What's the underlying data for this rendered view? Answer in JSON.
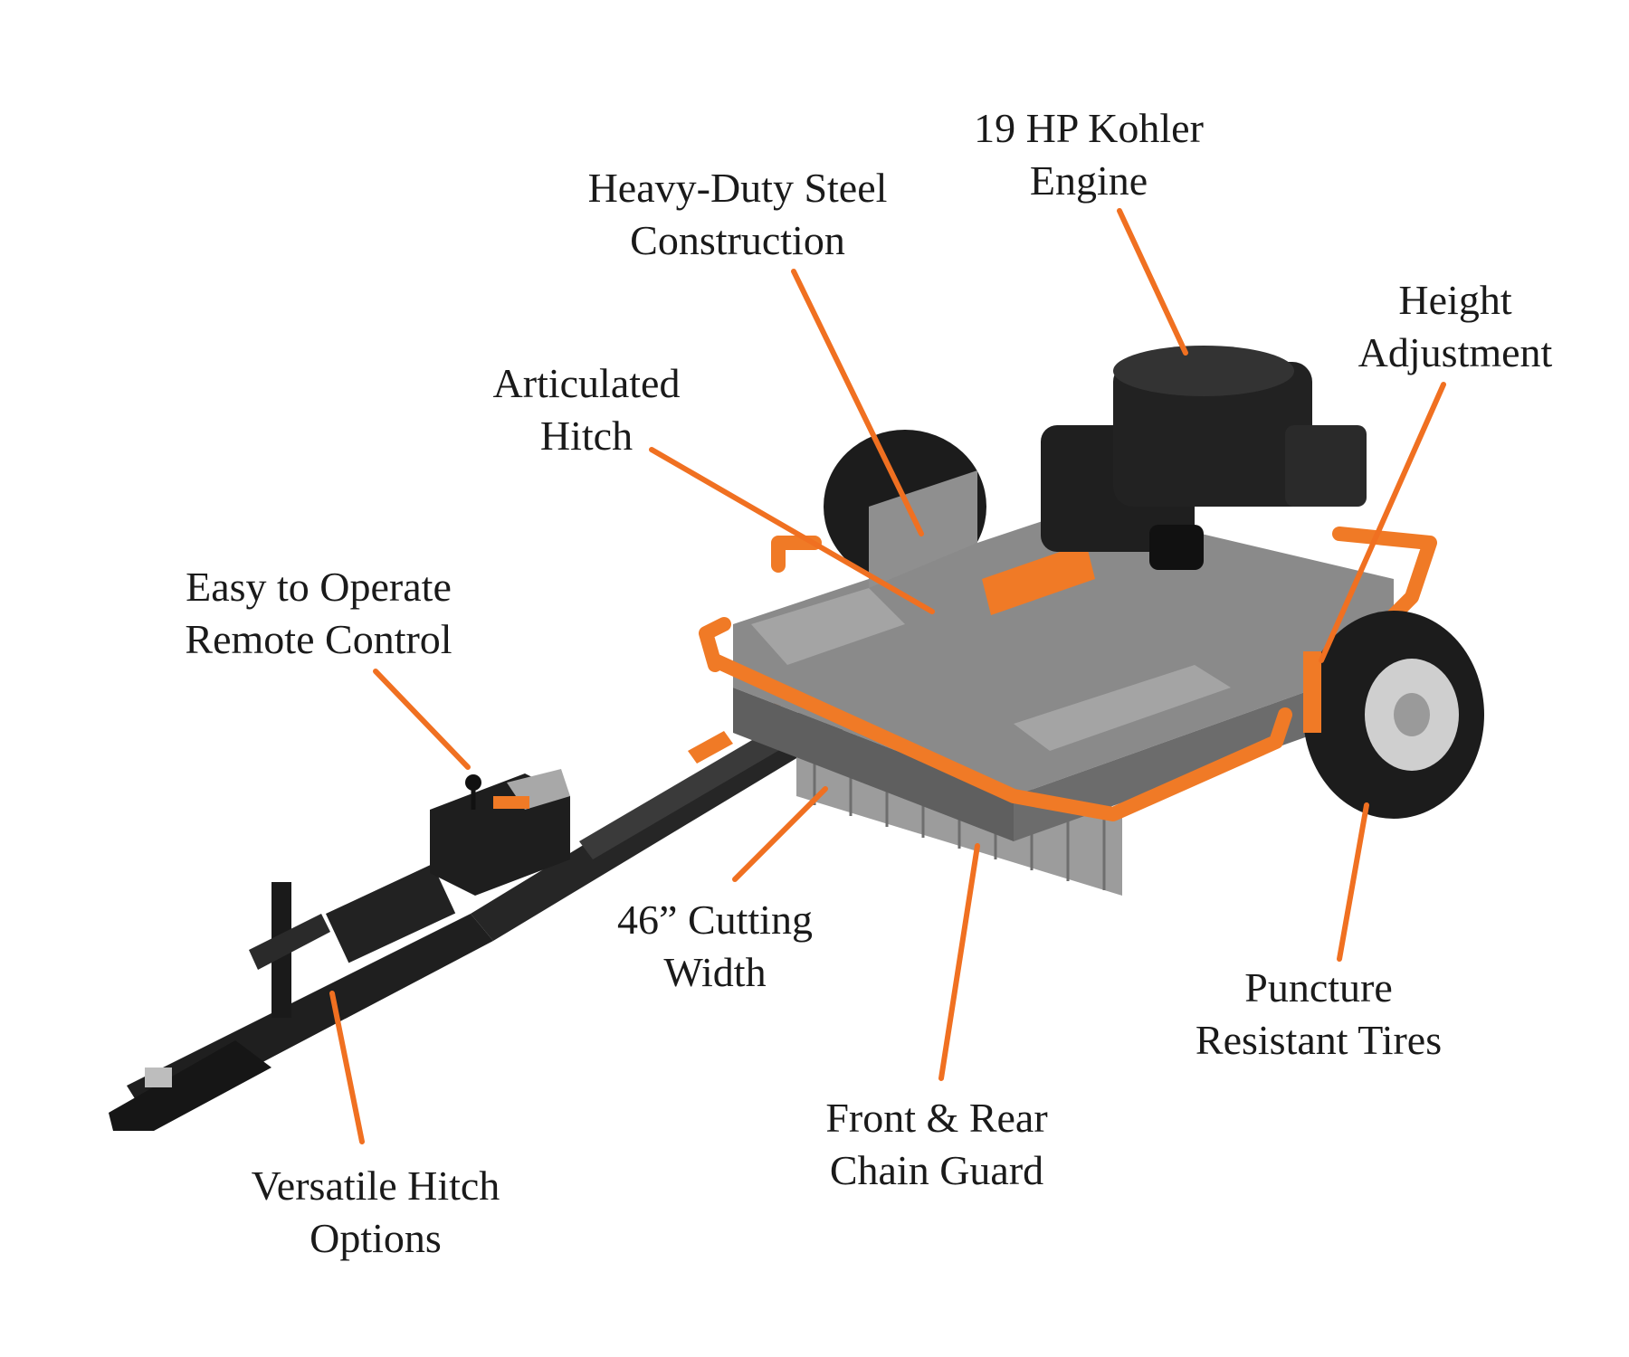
{
  "colors": {
    "callout": "#f07021",
    "frame": "#f07a26",
    "deck": "#8a8a8a",
    "deck_dark": "#5f5f5f",
    "engine": "#1f1f1f",
    "tire": "#1c1c1c",
    "text": "#1a1a1a"
  },
  "callouts": [
    {
      "id": "engine",
      "lines": [
        "19 HP Kohler",
        "Engine"
      ]
    },
    {
      "id": "steel",
      "lines": [
        "Heavy-Duty Steel",
        "Construction"
      ]
    },
    {
      "id": "height",
      "lines": [
        "Height",
        "Adjustment"
      ]
    },
    {
      "id": "articulated",
      "lines": [
        "Articulated",
        "Hitch"
      ]
    },
    {
      "id": "remote",
      "lines": [
        "Easy to Operate",
        "Remote Control"
      ]
    },
    {
      "id": "cutting",
      "lines": [
        "46” Cutting",
        "Width"
      ]
    },
    {
      "id": "tires",
      "lines": [
        "Puncture",
        "Resistant Tires"
      ]
    },
    {
      "id": "chain",
      "lines": [
        "Front & Rear",
        "Chain Guard"
      ]
    },
    {
      "id": "hitch",
      "lines": [
        "Versatile Hitch",
        "Options"
      ]
    }
  ]
}
